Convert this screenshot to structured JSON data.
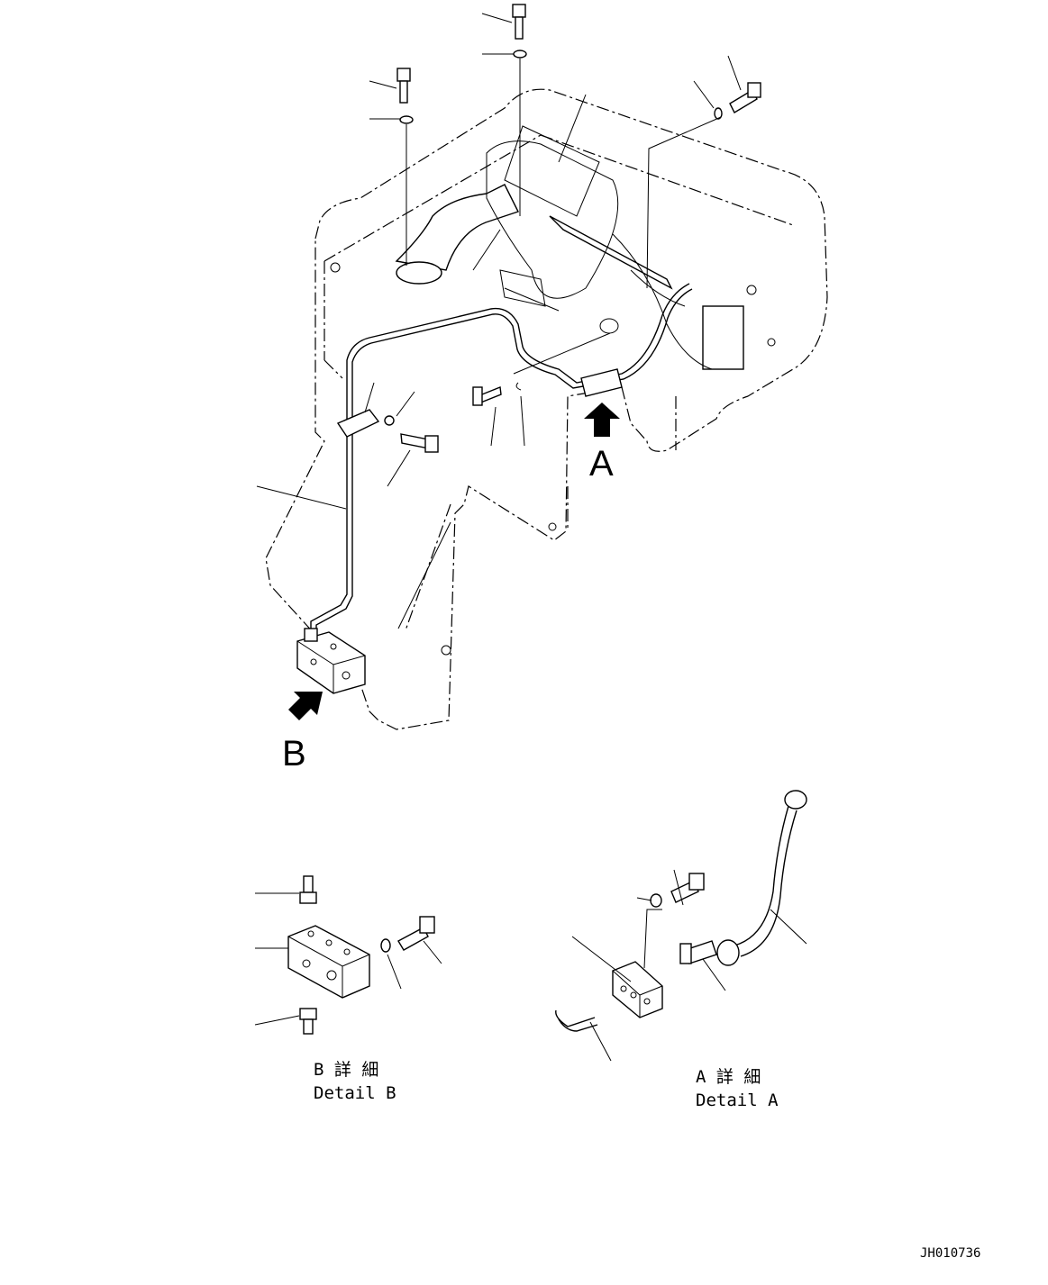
{
  "view_labels": {
    "a": "A",
    "b": "B"
  },
  "detail_b": {
    "jp": "B 詳 細",
    "en": "Detail B"
  },
  "detail_a": {
    "jp": "A 詳 細",
    "en": "Detail A"
  },
  "drawing_code": "JH010736",
  "icons": [
    "view-arrow-icon"
  ]
}
